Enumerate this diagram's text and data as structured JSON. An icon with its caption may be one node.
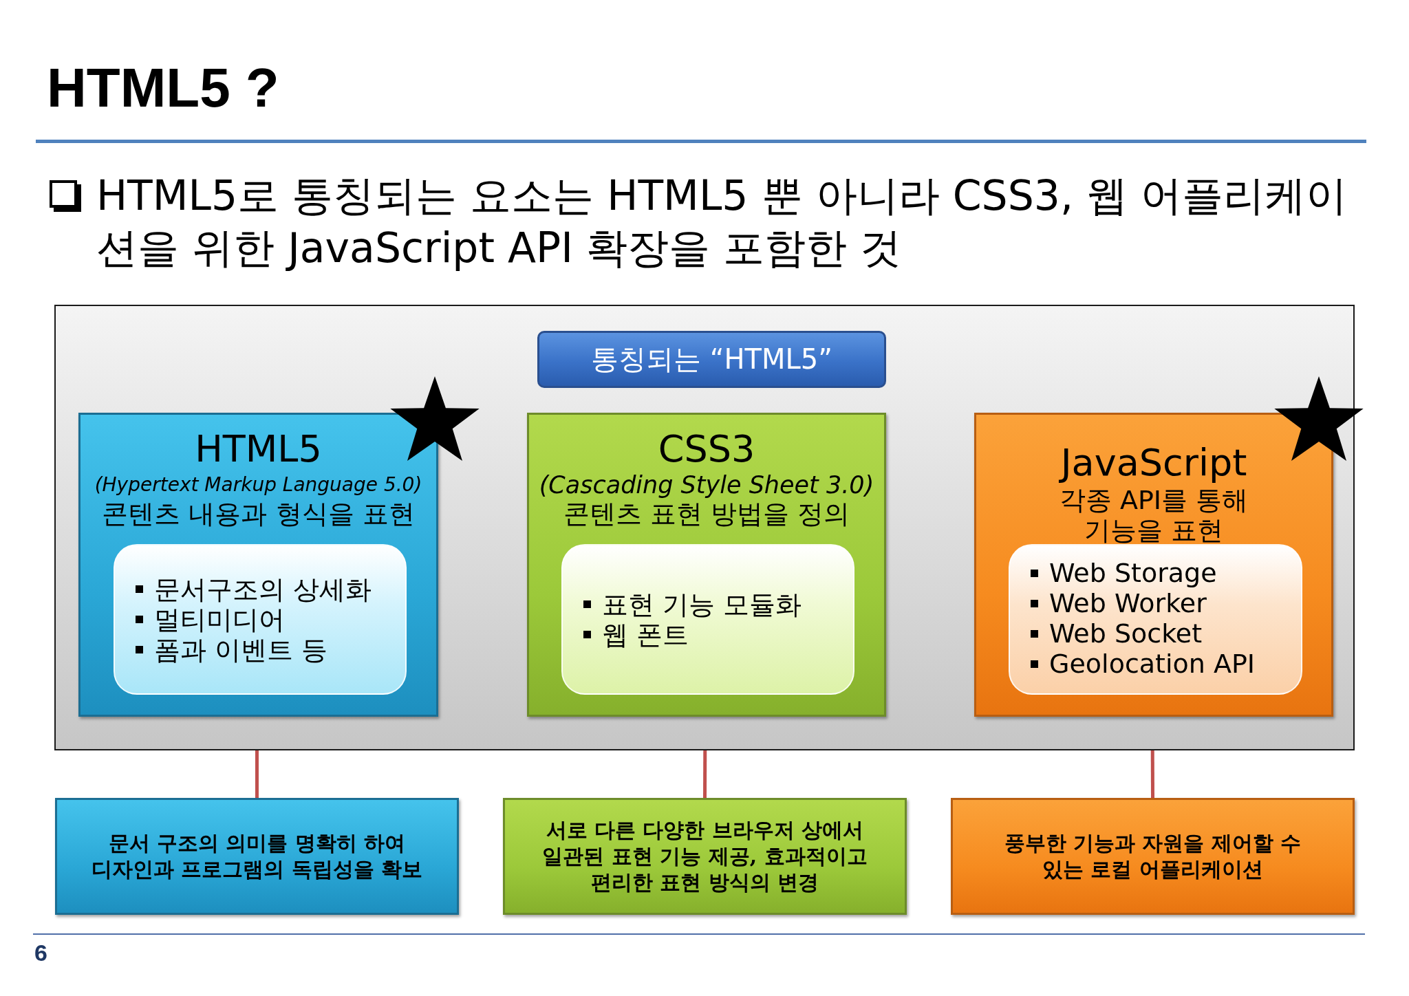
{
  "diagram": {
    "title": "HTML5 ?",
    "nodes": [
      {
        "text": [],
        "shape": "box"
      },
      {
        "text": [
          "통칭되는 “HTML5”"
        ],
        "in": 0
      },
      {
        "text": [
          "HTML5",
          "(Hypertext Markup Language 5.0)",
          "콘텐츠 내용과 형식을 표현"
        ],
        "in": 0
      },
      {
        "text": [
          "문서구조의 상세화",
          "멀티미디어",
          "폼과 이벤트 등"
        ],
        "in": 2
      },
      {
        "text": [
          "CSS3",
          "(Cascading Style Sheet 3.0)",
          "콘텐츠 표현 방법을 정의"
        ],
        "in": 0
      },
      {
        "text": [
          "표현 기능 모듈화",
          "웹 폰트"
        ],
        "in": 4
      },
      {
        "text": [
          "JavaScript",
          "각종 API를 통해 기능을 표현"
        ],
        "in": 0
      },
      {
        "text": [
          "Web Storage",
          "Web Worker",
          "Web Socket",
          "Geolocation API"
        ],
        "in": 6
      },
      {
        "text": [
          "문서 구조의 의미를 명확히 하여 디자인과 프로그램의 독립성을 확보"
        ]
      },
      {
        "text": [
          "서로 다른 다양한 브라우저 상에서 일관된 표현 기능 제공, 효과적이고 편리한 표현 방식의 변경"
        ]
      },
      {
        "text": [
          "풍부한 기능과 자원을 제어할 수 있는 로컬 어플리케이션"
        ]
      }
    ],
    "edges": [
      {
        "from": 2,
        "to": 8,
        "arrow": "none",
        "color": "#c0504d"
      },
      {
        "from": 4,
        "to": 9,
        "arrow": "none",
        "color": "#c0504d"
      },
      {
        "from": 6,
        "to": 10,
        "arrow": "none",
        "color": "#c0504d"
      }
    ],
    "labels": [
      "HTML5로 통칭되는 요소는 HTML5 뿐 아니라 CSS3, 웹 어플리케이션을 위한 JavaScript API 확장을 포함한 것",
      "6"
    ]
  }
}
